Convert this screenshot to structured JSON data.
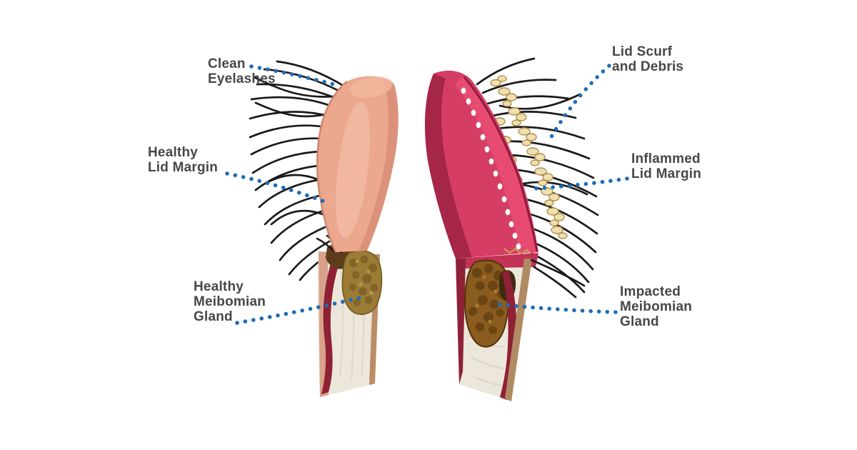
{
  "figure": {
    "type": "medical-anatomy-comparison-diagram",
    "left_model": "healthy eyelid cross-section",
    "right_model": "inflamed eyelid cross-section"
  },
  "labels": {
    "clean_eyelashes": "Clean\nEyelashes",
    "healthy_lid_margin": "Healthy\nLid Margin",
    "healthy_meibomian_gland": "Healthy\nMeibomian\nGland",
    "lid_scurf_and_debris": "Lid Scurf\nand Debris",
    "inflammed_lid_margin": "Inflammed\nLid Margin",
    "impacted_meibomian_gland": "Impacted\nMeibomian\nGland"
  },
  "colors": {
    "background": "#ffffff",
    "label_text": "#47474a",
    "leader_dots": "#1e6db6",
    "healthy_lid_skin": "#eca88f",
    "healthy_lid_shadow": "#d98e77",
    "inflamed_lid": "#d63d65",
    "inflamed_lid_dark": "#a52647",
    "inflamed_margin": "#e84b72",
    "scurf": "#eedfae",
    "healthy_gland": "#9c7c35",
    "impacted_gland": "#8a5c20",
    "muscle": "#8e2133",
    "tarsal_plate": "#ece7db",
    "eyelash": "#1a1a1a"
  }
}
